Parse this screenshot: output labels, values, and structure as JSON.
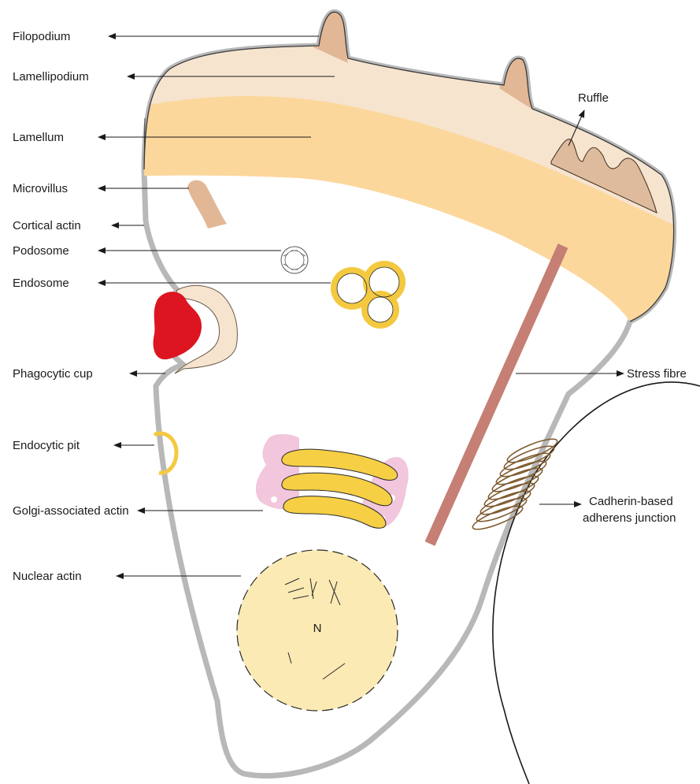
{
  "labels": {
    "filopodium": "Filopodium",
    "lamellipodium": "Lamellipodium",
    "lamellum": "Lamellum",
    "microvillus": "Microvillus",
    "cortical_actin": "Cortical actin",
    "podosome": "Podosome",
    "endosome": "Endosome",
    "phagocytic_cup": "Phagocytic cup",
    "endocytic_pit": "Endocytic pit",
    "golgi_associated_actin": "Golgi-associated actin",
    "nuclear_actin": "Nuclear actin",
    "ruffle": "Ruffle",
    "stress_fibre": "Stress fibre",
    "cadherin_line1": "Cadherin-based",
    "cadherin_line2": "adherens junction",
    "nucleus": "N"
  },
  "colors": {
    "membrane": "#b8b8b8",
    "lamellipodium": "#f6e4cf",
    "lamellum": "#fcd79c",
    "filopodium": "#e2b796",
    "ruffle": "#dfbb9d",
    "phagocytosed_particle": "#dc1520",
    "endosome": "#f4c93f",
    "golgi": "#f6cf45",
    "golgi_actin": "#f2c6dd",
    "stress_fibre": "#c57f74",
    "nucleus": "#fbeab4",
    "cadherin": "#7e5a2e"
  }
}
